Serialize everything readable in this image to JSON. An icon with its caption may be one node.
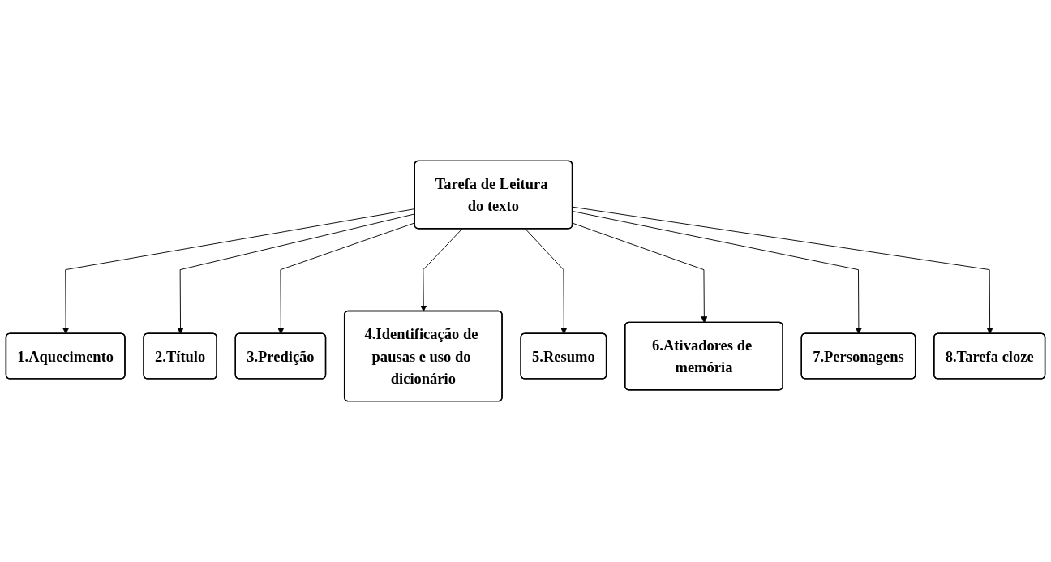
{
  "diagram": {
    "nodes": [
      {
        "text": [
          "Tarefa de Leitura do texto"
        ]
      },
      {
        "text": [
          "1.Aquecimento"
        ]
      },
      {
        "text": [
          "2.Título"
        ]
      },
      {
        "text": [
          "3.Predição"
        ]
      },
      {
        "text": [
          "4.Identificação de pausas e uso do dicionário"
        ]
      },
      {
        "text": [
          "5.Resumo"
        ]
      },
      {
        "text": [
          "6.Ativadores de memória"
        ]
      },
      {
        "text": [
          "7.Personagens"
        ]
      },
      {
        "text": [
          "8.Tarefa cloze"
        ]
      }
    ],
    "edges": [
      {
        "from": 0,
        "to": 1,
        "arrow": "to"
      },
      {
        "from": 0,
        "to": 2,
        "arrow": "to"
      },
      {
        "from": 0,
        "to": 3,
        "arrow": "to"
      },
      {
        "from": 0,
        "to": 4,
        "arrow": "to"
      },
      {
        "from": 0,
        "to": 5,
        "arrow": "to"
      },
      {
        "from": 0,
        "to": 6,
        "arrow": "to"
      },
      {
        "from": 0,
        "to": 7,
        "arrow": "to"
      },
      {
        "from": 0,
        "to": 8,
        "arrow": "to"
      }
    ]
  }
}
